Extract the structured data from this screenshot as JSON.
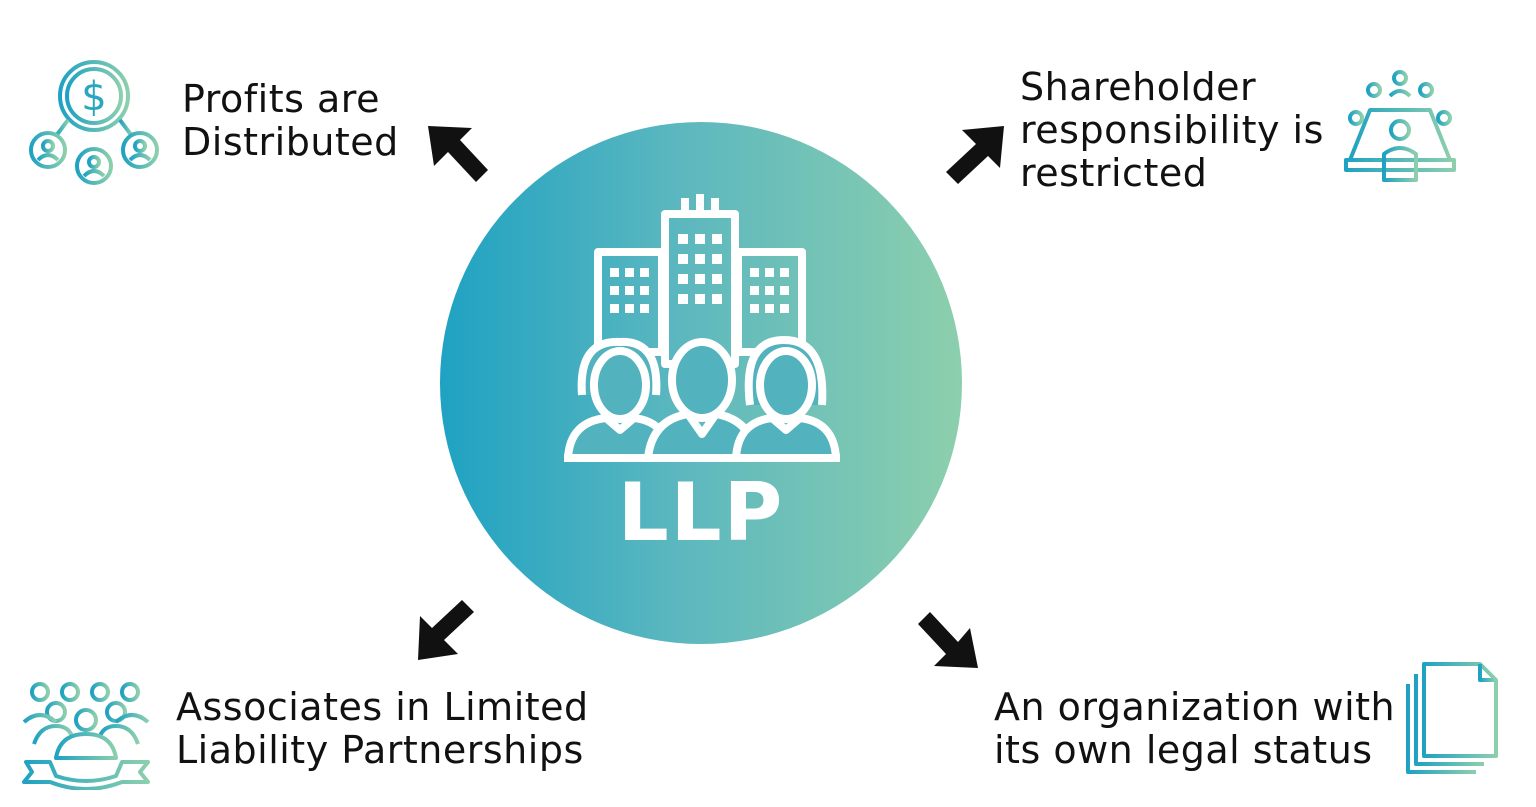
{
  "center": {
    "label": "LLP"
  },
  "colors": {
    "gradient_start": "#1fa2c2",
    "gradient_end": "#8ccfad",
    "arrow": "#111111",
    "text": "#111111"
  },
  "items": [
    {
      "position": "top-left",
      "icon": "profit-distribution-icon",
      "lines": [
        "Profits are",
        "Distributed"
      ]
    },
    {
      "position": "top-right",
      "icon": "boardroom-meeting-icon",
      "lines": [
        "Shareholder",
        "responsibility is",
        "restricted"
      ]
    },
    {
      "position": "bottom-left",
      "icon": "group-of-people-icon",
      "lines": [
        "Associates in Limited",
        "Liability Partnerships"
      ]
    },
    {
      "position": "bottom-right",
      "icon": "documents-icon",
      "lines": [
        "An organization with",
        "its own legal status"
      ]
    }
  ]
}
